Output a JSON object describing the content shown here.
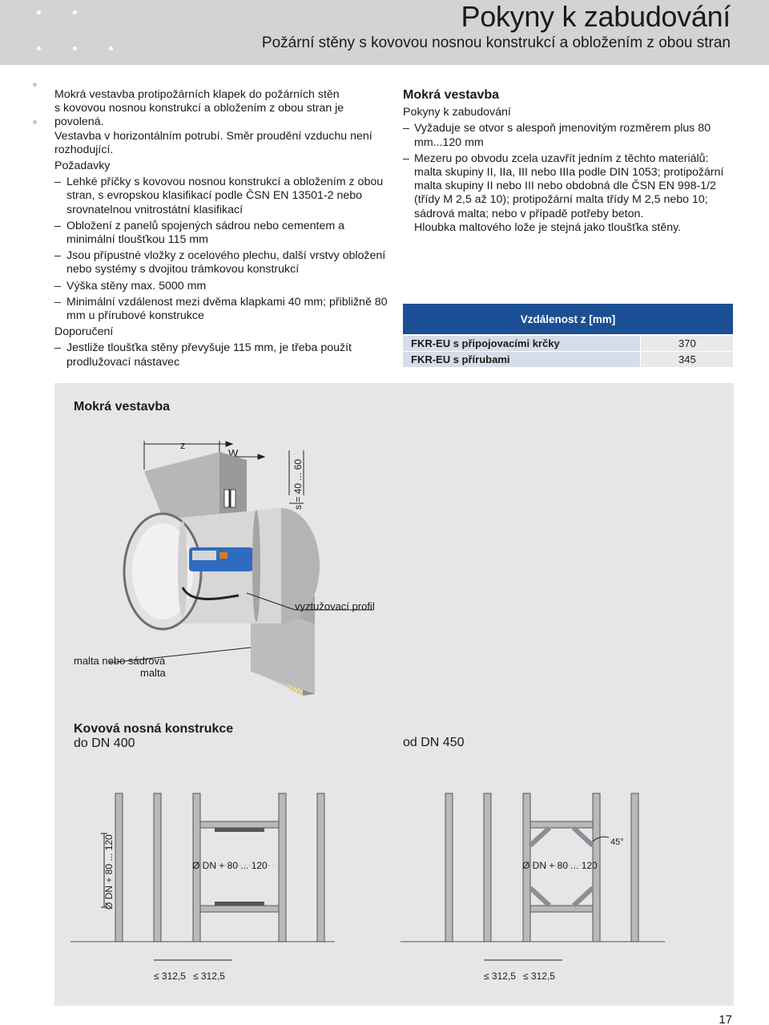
{
  "header": {
    "title": "Pokyny k zabudování",
    "subtitle": "Požární stěny s kovovou nosnou konstrukcí a obložením z obou stran"
  },
  "intro": {
    "lines": [
      "Mokrá vestavba protipožárních klapek do požárních stěn",
      "s kovovou nosnou konstrukcí a obložením z obou stran je",
      "povolená.",
      "Vestavba v horizontálním potrubí. Směr proudění vzduchu není",
      "rozhodující."
    ]
  },
  "requirements": {
    "label": "Požadavky",
    "items": [
      "Lehké příčky s kovovou nosnou konstrukcí a obložením z obou stran, s evropskou klasifikací podle ČSN EN 13501-2 nebo srovnatelnou vnitrostátní klasifikací",
      "Obložení z panelů spojených sádrou nebo cementem a minimální tloušťkou 115 mm",
      "Jsou přípustné vložky z ocelového plechu, další vrstvy obložení nebo systémy s dvojitou trámkovou konstrukcí",
      "Výška stěny max. 5000 mm",
      "Minimální vzdálenost mezi dvěma klapkami 40 mm; přibližně 80 mm u přírubové konstrukce"
    ]
  },
  "recommendation": {
    "label": "Doporučení",
    "items": [
      "Jestliže tloušťka stěny převyšuje 115 mm, je třeba použít prodlužovací nástavec"
    ]
  },
  "wet_install": {
    "heading": "Mokrá vestavba",
    "subheading": "Pokyny k zabudování",
    "items": [
      "Vyžaduje se otvor s alespoň jmenovitým rozměrem plus 80 mm...120 mm",
      "Mezeru po obvodu zcela uzavřít jedním z těchto materiálů: malta skupiny II, IIa, III nebo IIIa podle DIN 1053; protipožární malta skupiny II nebo III nebo obdobná dle ČSN EN 998-1/2 (třídy M 2,5 až 10); protipožární malta třídy M 2,5 nebo 10; sádrová malta; nebo v případě potřeby beton."
    ],
    "note": "Hloubka maltového lože je stejná jako tloušťka stěny."
  },
  "distance_table": {
    "header": "Vzdálenost z [mm]",
    "rows": [
      {
        "label": "FKR-EU s připojovacími krčky",
        "value": "370"
      },
      {
        "label": "FKR-EU s přírubami",
        "value": "345"
      }
    ]
  },
  "figure": {
    "heading": "Mokrá vestavba",
    "label_z": "z",
    "label_w": "W",
    "label_s": "s = 40 ... 60",
    "label_profile": "vyztužovací profil",
    "label_mortar_1": "malta nebo sádrová",
    "label_mortar_2": "malta"
  },
  "frames": {
    "heading": "Kovová nosná konstrukce",
    "left_caption": "do DN 400",
    "right_caption": "od DN 450",
    "vertical_dim": "Ø DN + 80 ... 120",
    "inner_dim": "Ø DN + 80 ... 120",
    "bottom_dim": "≤ 312,5",
    "angle": "45°"
  },
  "page_number": "17",
  "colors": {
    "header_bg": "#d3d3d5",
    "table_header": "#1b4f93",
    "table_label_bg": "#d6dce8",
    "panel_bg": "#e6e6e8"
  }
}
